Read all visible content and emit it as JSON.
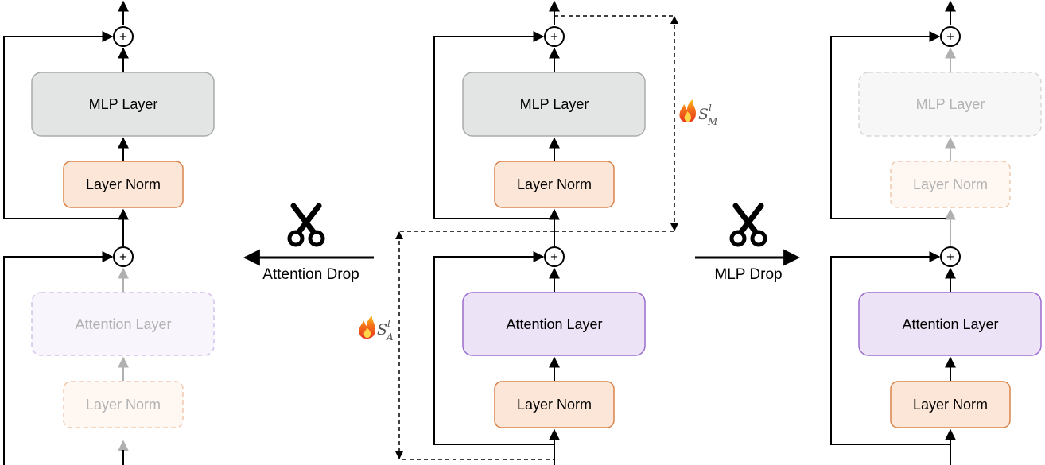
{
  "colors": {
    "mlp_fill": "#e3e5e4",
    "mlp_stroke": "#a9acab",
    "norm_fill": "#fce6d7",
    "norm_stroke": "#d9834a",
    "attn_fill": "#ece3f6",
    "attn_stroke": "#9b6ccf",
    "line": "#000000",
    "faded_line": "#b0b0b0",
    "faded_text": "#b3b3b3"
  },
  "labels": {
    "mlp_layer": "MLP Layer",
    "layer_norm": "Layer Norm",
    "attention_layer": "Attention Layer",
    "plus": "+"
  },
  "operations": {
    "attention_drop": "Attention Drop",
    "mlp_drop": "MLP Drop"
  },
  "scores": {
    "mlp_score": {
      "base": "S",
      "sub": "M",
      "sup": "l"
    },
    "attn_score": {
      "base": "S",
      "sub": "A",
      "sup": "l"
    }
  },
  "icons": {
    "scissors": "scissors-icon",
    "flame": "flame-icon"
  },
  "blocks": {
    "left": {
      "mlp_dropped": false,
      "attention_dropped": true
    },
    "center": {
      "mlp_dropped": false,
      "attention_dropped": false
    },
    "right": {
      "mlp_dropped": true,
      "attention_dropped": false
    }
  }
}
